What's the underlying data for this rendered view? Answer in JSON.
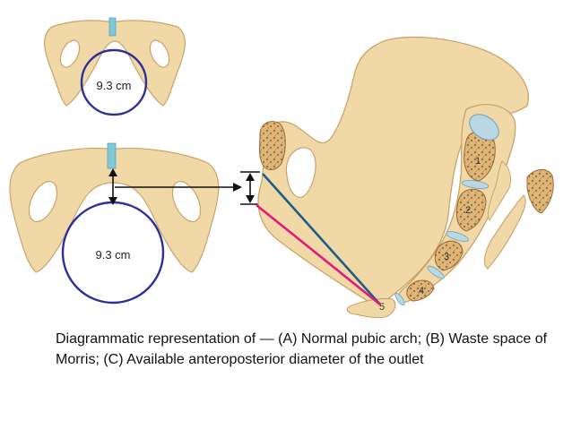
{
  "diagram": {
    "top_arch": {
      "diameter_label": "9.3 cm"
    },
    "bottom_arch": {
      "diameter_label": "9.3 cm"
    },
    "sacral_vertebrae": [
      "1",
      "2",
      "3",
      "4",
      "5"
    ],
    "colors": {
      "bone": "#f0d9a6",
      "bone_outline": "#c9a46a",
      "circle": "#2e2f9a",
      "symphysis": "#7fc8d6",
      "blue_line": "#1c5e86",
      "pink_line": "#e0197d",
      "arrow": "#111111"
    }
  },
  "caption": {
    "text": "Diagrammatic representation of — (A) Normal pubic arch; (B) Waste space of Morris; (C) Available anteroposterior diameter of the outlet"
  }
}
